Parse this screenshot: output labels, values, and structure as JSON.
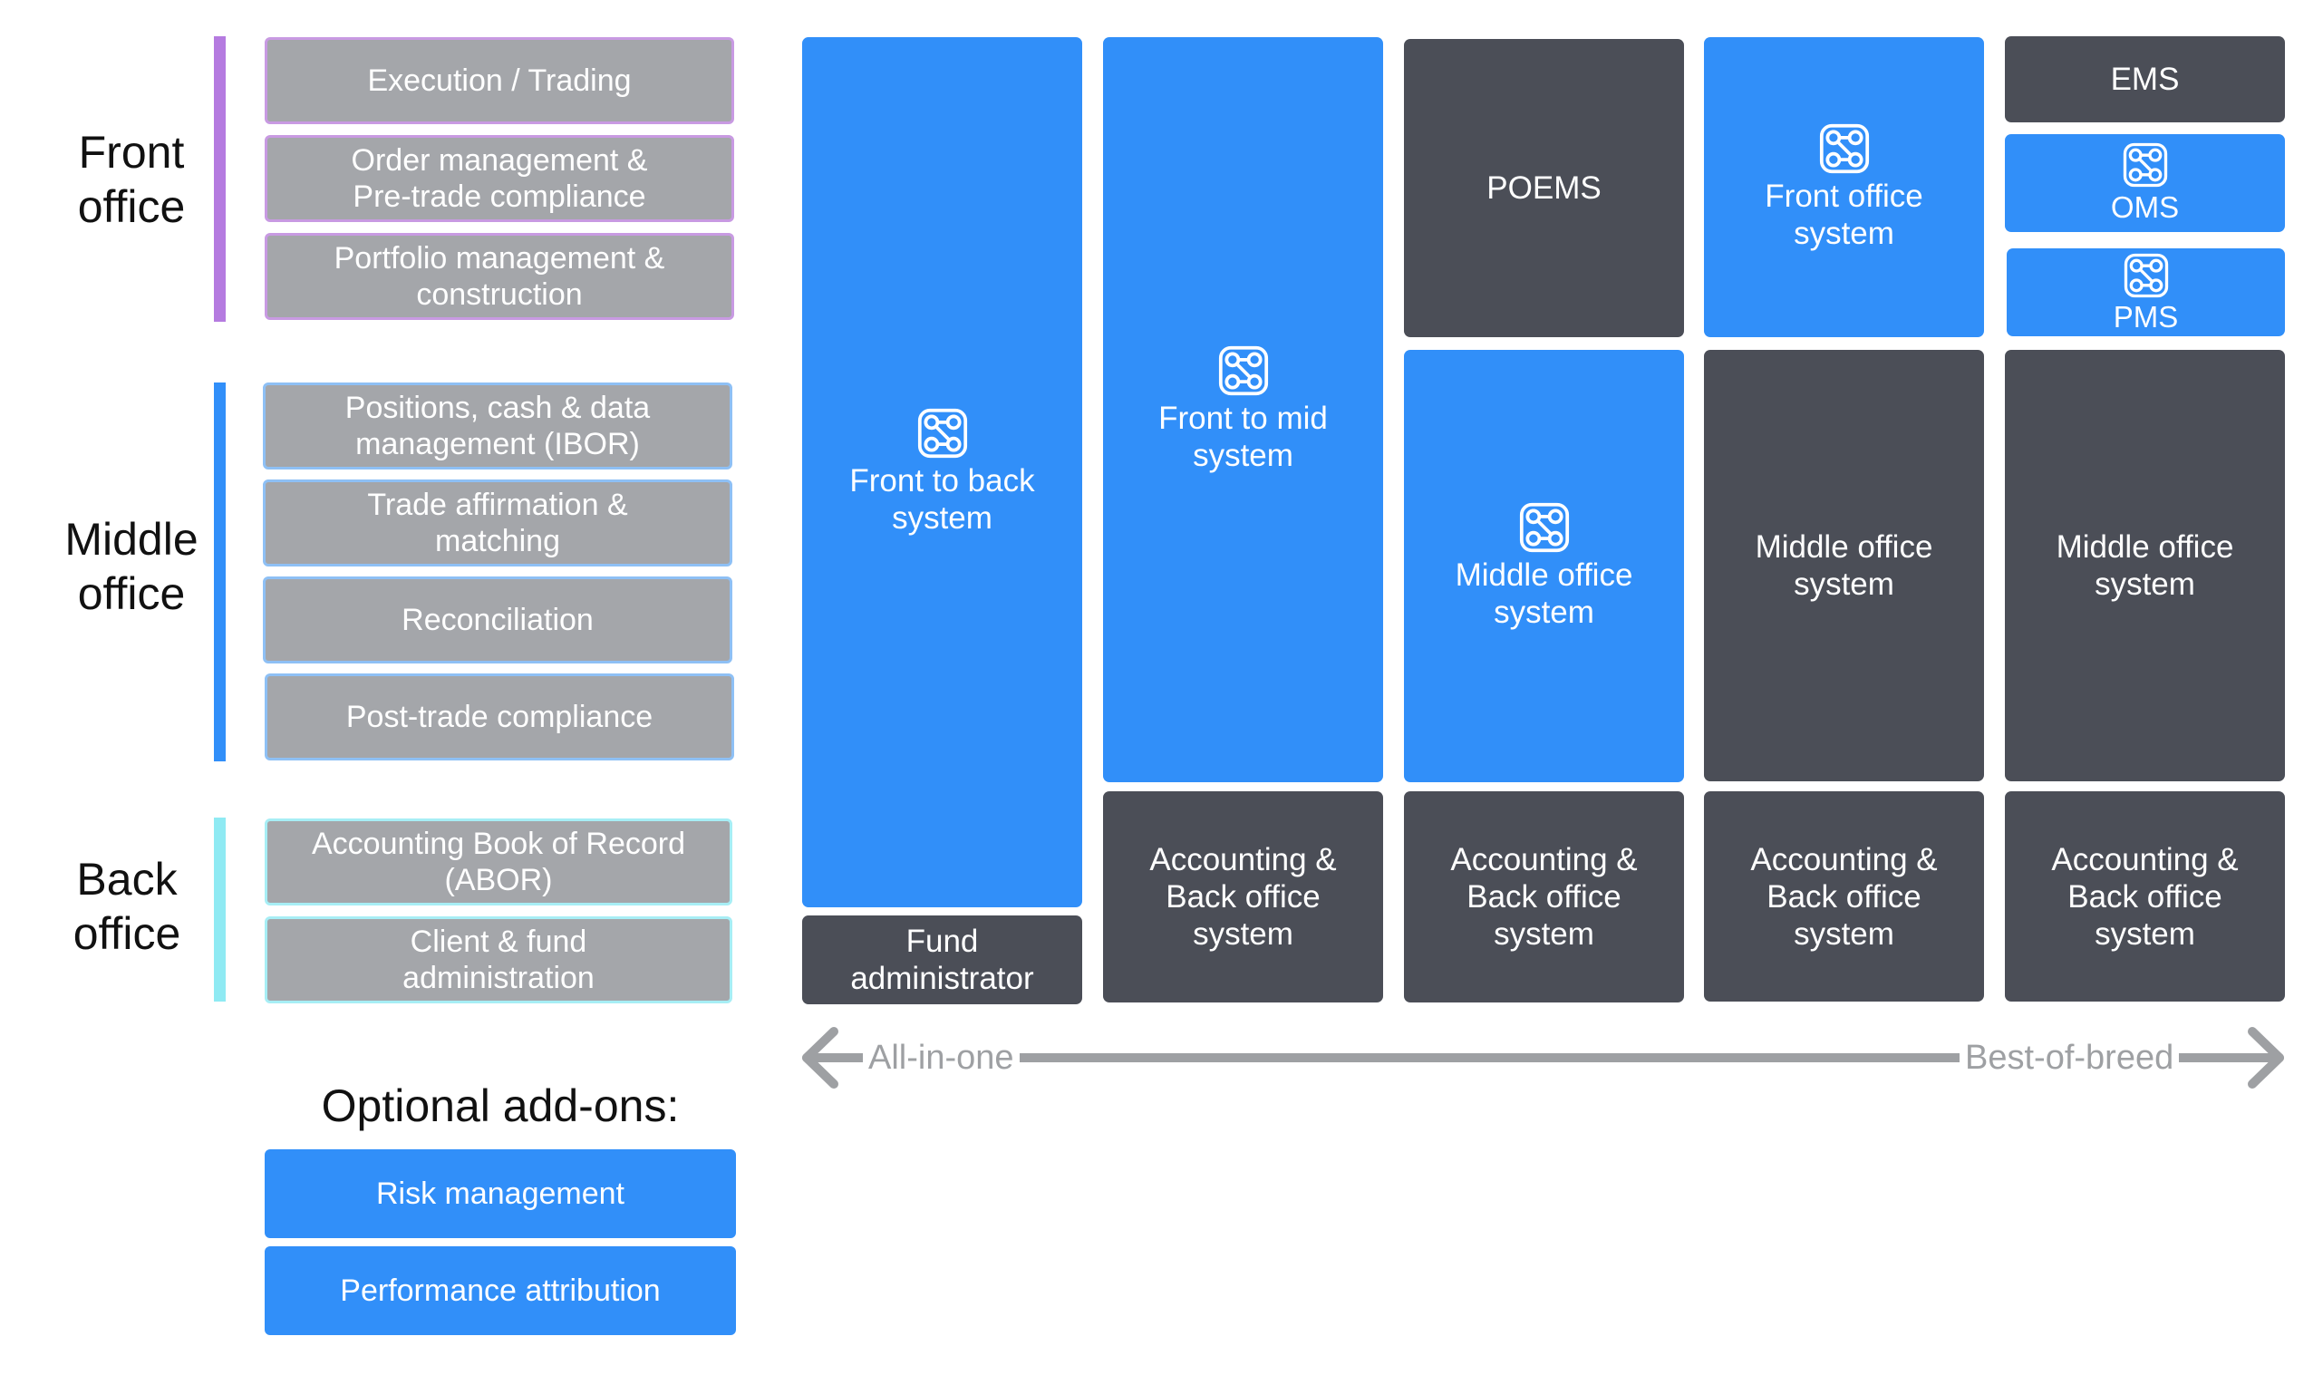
{
  "sections": {
    "front": {
      "label": "Front\noffice",
      "color": "#b57be0"
    },
    "middle": {
      "label": "Middle\noffice",
      "color": "#318ff9"
    },
    "back": {
      "label": "Back\noffice",
      "color": "#8feaf3"
    }
  },
  "functions": {
    "front": [
      "Execution / Trading",
      "Order management &\nPre-trade compliance",
      "Portfolio management &\nconstruction"
    ],
    "middle": [
      "Positions, cash & data\nmanagement (IBOR)",
      "Trade affirmation &\nmatching",
      "Reconciliation",
      "Post-trade compliance"
    ],
    "back": [
      "Accounting Book of Record\n(ABOR)",
      "Client & fund\nadministration"
    ]
  },
  "addons": {
    "title": "Optional add-ons:",
    "items": [
      "Risk management",
      "Performance attribution"
    ]
  },
  "systems": {
    "col1": {
      "main": "Front to back\nsystem",
      "bottom": "Fund\nadministrator"
    },
    "col2": {
      "main": "Front to mid\nsystem",
      "bottom": "Accounting &\nBack office\nsystem"
    },
    "col3": {
      "top": "POEMS",
      "middle": "Middle office\nsystem",
      "bottom": "Accounting &\nBack office\nsystem"
    },
    "col4": {
      "top": "Front office\nsystem",
      "middle": "Middle office\nsystem",
      "bottom": "Accounting &\nBack office\nsystem"
    },
    "col5": {
      "ems": "EMS",
      "oms": "OMS",
      "pms": "PMS",
      "middle": "Middle office\nsystem",
      "bottom": "Accounting &\nBack office\nsystem"
    }
  },
  "scale": {
    "left": "All-in-one",
    "right": "Best-of-breed"
  },
  "colors": {
    "blue": "#318ff9",
    "dark": "#4b4e57",
    "grey": "#a4a6aa",
    "arrow": "#9ea0a3"
  },
  "icon": "integration-nodes-icon"
}
